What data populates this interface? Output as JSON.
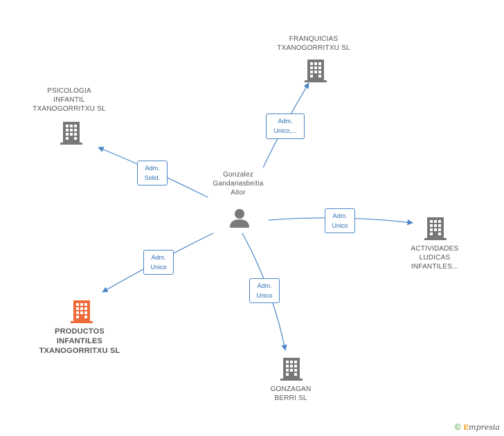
{
  "colors": {
    "edge": "#4a86c8",
    "building": "#777777",
    "building_highlight": "#f06a3a",
    "person": "#7a7a7a"
  },
  "center": {
    "lines": [
      "Gonzalez",
      "Gandariasbeitia",
      "Aitor"
    ],
    "icon": "person-icon"
  },
  "companies": {
    "franquicias": {
      "lines": [
        "FRANQUICIAS",
        "TXANOGORRITXU SL"
      ],
      "icon": "building-icon"
    },
    "psicologia": {
      "lines": [
        "PSICOLOGIA",
        "INFANTIL",
        "TXANOGORRITXU SL"
      ],
      "icon": "building-icon"
    },
    "actividades": {
      "lines": [
        "ACTIVIDADES",
        "LUDICAS",
        "INFANTILES..."
      ],
      "icon": "building-icon"
    },
    "productos": {
      "lines": [
        "PRODUCTOS",
        "INFANTILES",
        "TXANOGORRITXU SL"
      ],
      "icon": "building-icon-highlighted"
    },
    "gonzagan": {
      "lines": [
        "GONZAGAN",
        "BERRI SL"
      ],
      "icon": "building-icon"
    }
  },
  "roles": {
    "franquicias": [
      "Adm.",
      "Unico,..."
    ],
    "psicologia": [
      "Adm.",
      "Solid."
    ],
    "actividades": [
      "Adm.",
      "Unico"
    ],
    "productos": [
      "Adm.",
      "Unico"
    ],
    "gonzagan": [
      "Adm.",
      "Unico"
    ]
  },
  "footer": {
    "symbol": "©",
    "brand_initial": "E",
    "brand_rest": "mpresia"
  }
}
